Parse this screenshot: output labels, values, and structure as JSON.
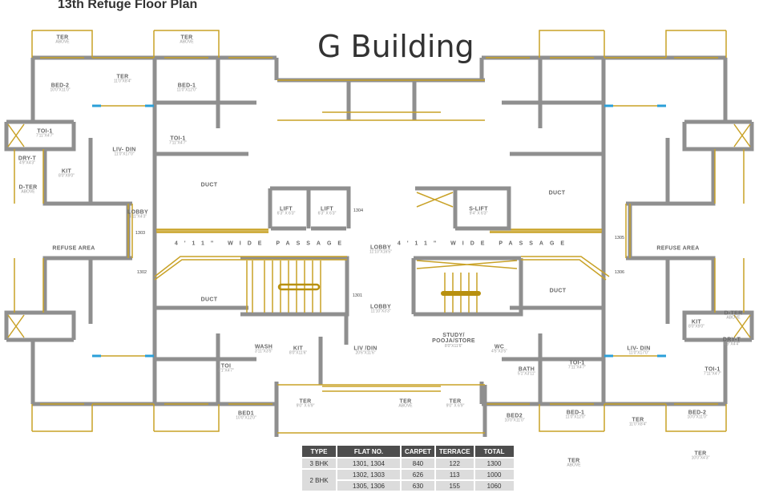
{
  "header": {
    "title": "13th Refuge Floor Plan",
    "building": "G Building"
  },
  "rooms": [
    {
      "name": "TER",
      "dim": "ABOVE"
    },
    {
      "name": "TER",
      "dim": "ABOVE"
    },
    {
      "name": "BED-2",
      "dim": "10'0\"X11'0\""
    },
    {
      "name": "TER",
      "dim": "11'0\"X8'4\""
    },
    {
      "name": "BED-1",
      "dim": "11'0\"X12'0\""
    },
    {
      "name": "TOI-1",
      "dim": "7'11\"X4'7\""
    },
    {
      "name": "TOI-1",
      "dim": "7'11\"X4'7\""
    },
    {
      "name": "LIV- DIN",
      "dim": "11'0\"X17'0\""
    },
    {
      "name": "DRY-T",
      "dim": "4'9\"X4'3\""
    },
    {
      "name": "KIT",
      "dim": "8'0\"X9'0\""
    },
    {
      "name": "D-TER",
      "dim": "ABOVE"
    },
    {
      "name": "LIFT",
      "dim": "6'3\" X 6'3\""
    },
    {
      "name": "LIFT",
      "dim": "6'3\" X 6'3\""
    },
    {
      "name": "S-LIFT",
      "dim": "9'4\" X 6'3\""
    },
    {
      "name": "LOBBY",
      "dim": "4'11\"X4'3\""
    },
    {
      "name": "LOBBY",
      "dim": "11'10\"X16'5\""
    },
    {
      "name": "LOBBY",
      "dim": "11'10\"X3'3\""
    },
    {
      "name": "WASH",
      "dim": "3'11\"X3'5\""
    },
    {
      "name": "KIT",
      "dim": "8'0\"X11'6\""
    },
    {
      "name": "LIV /DIN",
      "dim": "20'6\"X11'6\""
    },
    {
      "name": "STUDY/ POOJA/STORE",
      "dim": "8'0\"X11'6\""
    },
    {
      "name": "WC",
      "dim": "4'5\"X3'5\""
    },
    {
      "name": "TOI",
      "dim": "8'1\"X4'7\""
    },
    {
      "name": "BATH",
      "dim": "5'1\"X3'11\""
    },
    {
      "name": "TOI-1",
      "dim": "7'11\"X4'7\""
    },
    {
      "name": "LIV- DIN",
      "dim": "11'0\"X17'0\""
    },
    {
      "name": "KIT",
      "dim": "8'0\"X9'0\""
    },
    {
      "name": "D-TER",
      "dim": "ABOVE"
    },
    {
      "name": "DRY-T",
      "dim": "4'9\"X4'4\""
    },
    {
      "name": "TOI-1",
      "dim": "7'11\"X4'7\""
    },
    {
      "name": "BED1",
      "dim": "10'0\"X12'0\""
    },
    {
      "name": "TER",
      "dim": "9'0\" X 6'9\""
    },
    {
      "name": "TER",
      "dim": "ABOVE"
    },
    {
      "name": "TER",
      "dim": "9'0\" X 6'9\""
    },
    {
      "name": "BED2",
      "dim": "10'0\"X11'0\""
    },
    {
      "name": "BED-1",
      "dim": "11'0\"X12'0\""
    },
    {
      "name": "TER",
      "dim": "11'0\"X8'4\""
    },
    {
      "name": "BED-2",
      "dim": "10'0\"X11'0\""
    },
    {
      "name": "TER",
      "dim": "ABOVE"
    },
    {
      "name": "TER",
      "dim": "10'0\"X4'3\""
    }
  ],
  "labels": {
    "duct": "DUCT",
    "refuse": "REFUSE  AREA",
    "passage": "4'11\" WIDE  PASSAGE"
  },
  "flat_numbers": [
    "1301",
    "1302",
    "1303",
    "1304",
    "1305",
    "1306"
  ],
  "table": {
    "headers": [
      "TYPE",
      "FLAT NO.",
      "CARPET",
      "TERRACE",
      "TOTAL"
    ],
    "rows": [
      {
        "type": "3 BHK",
        "flats": "1301,  1304",
        "carpet": "840",
        "terrace": "122",
        "total": "1300"
      },
      {
        "type": "2 BHK",
        "flats": "1302,  1303",
        "carpet": "626",
        "terrace": "113",
        "total": "1000"
      },
      {
        "type": "",
        "flats": "1305,  1306",
        "carpet": "630",
        "terrace": "155",
        "total": "1060"
      }
    ]
  },
  "colors": {
    "wall": "#8f8f8f",
    "gold": "#c9a227",
    "window": "#2a9fd8"
  }
}
